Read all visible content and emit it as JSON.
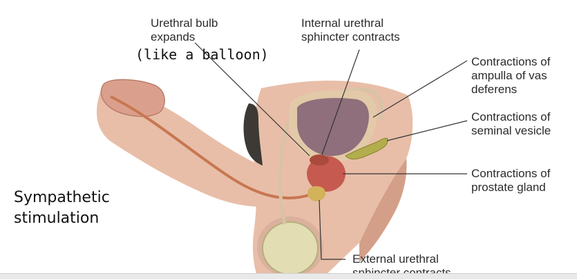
{
  "annotations": {
    "urethral_bulb": [
      "Urethral bulb",
      "expands"
    ],
    "balloon_note": "(like a balloon)",
    "internal_sphincter": [
      "Internal urethral",
      "sphincter contracts"
    ],
    "ampulla": [
      "Contractions of",
      "ampulla of vas",
      "deferens"
    ],
    "seminal_vesicle": [
      "Contractions of",
      "seminal vesicle"
    ],
    "prostate": [
      "Contractions of",
      "prostate gland"
    ],
    "external_sphincter": [
      "External urethral",
      "sphincter contracts"
    ],
    "sympathetic": [
      "Sympathetic",
      "stimulation"
    ]
  },
  "colors": {
    "skin": "#e8bea8",
    "skin_dark": "#d49f88",
    "bladder": "#8f6f7c",
    "bladder_rim": "#e2c9a8",
    "urethra": "#c77750",
    "testis": "#e3ddb4",
    "seminal_vesicle": "#b2ad4d",
    "prostate": "#c65a50",
    "hair": "#3d3a35",
    "leader": "#333333"
  }
}
